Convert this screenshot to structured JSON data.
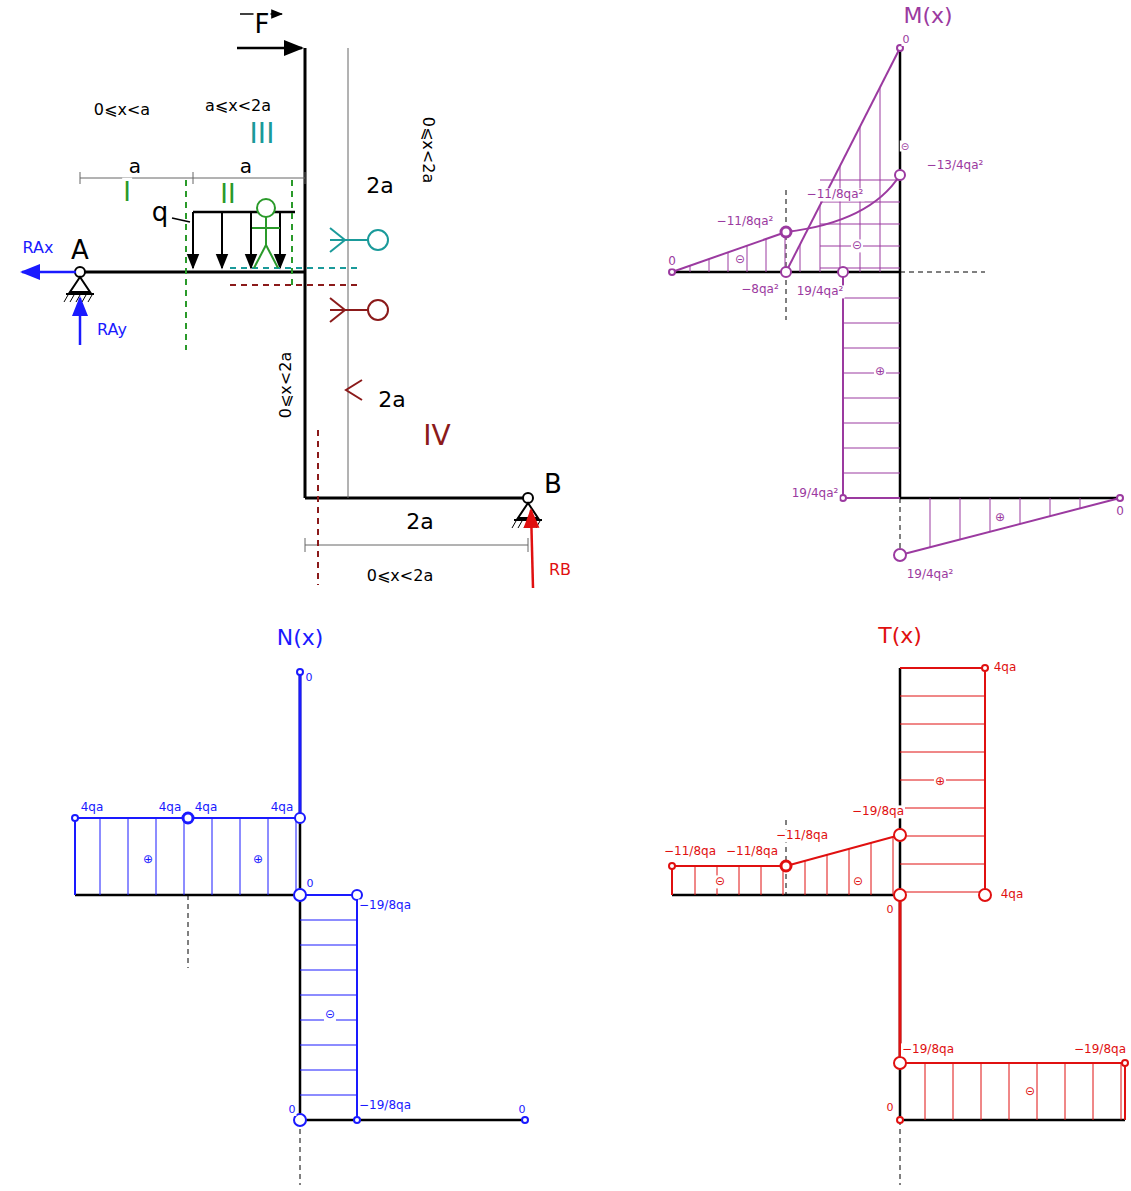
{
  "diagram": {
    "labels": [
      "F",
      "0⩽x<a",
      "a⩽x<2a",
      "III",
      "a",
      "a",
      "I",
      "II",
      "q",
      "2a",
      "0⩽x<2a",
      "A",
      "RAx",
      "RAy",
      "B",
      "0⩽x<2a",
      "2a",
      "IV",
      "2a",
      "0⩽x<2a",
      "RB",
      "M(x)",
      "0",
      "−13/4qa²",
      "⊝",
      "−11/8qa²",
      "−11/8qa²",
      "⊝",
      "0",
      "⊝",
      "−8qa²",
      "19/4qa²",
      "⊕",
      "19/4qa²",
      "0",
      "⊕",
      "19/4qa²",
      "N(x)",
      "0",
      "4qa",
      "4qa",
      "4qa",
      "4qa",
      "⊕",
      "⊕",
      "0",
      "−19/8qa",
      "⊝",
      "−19/8qa",
      "0",
      "0",
      "T(x)",
      "4qa",
      "⊕",
      "4qa",
      "0",
      "−11/8qa",
      "−11/8qa",
      "−11/8qa",
      "−19/8qa",
      "⊝",
      "⊝",
      "0",
      "−19/8qa",
      "−19/8qa",
      "⊝"
    ]
  }
}
